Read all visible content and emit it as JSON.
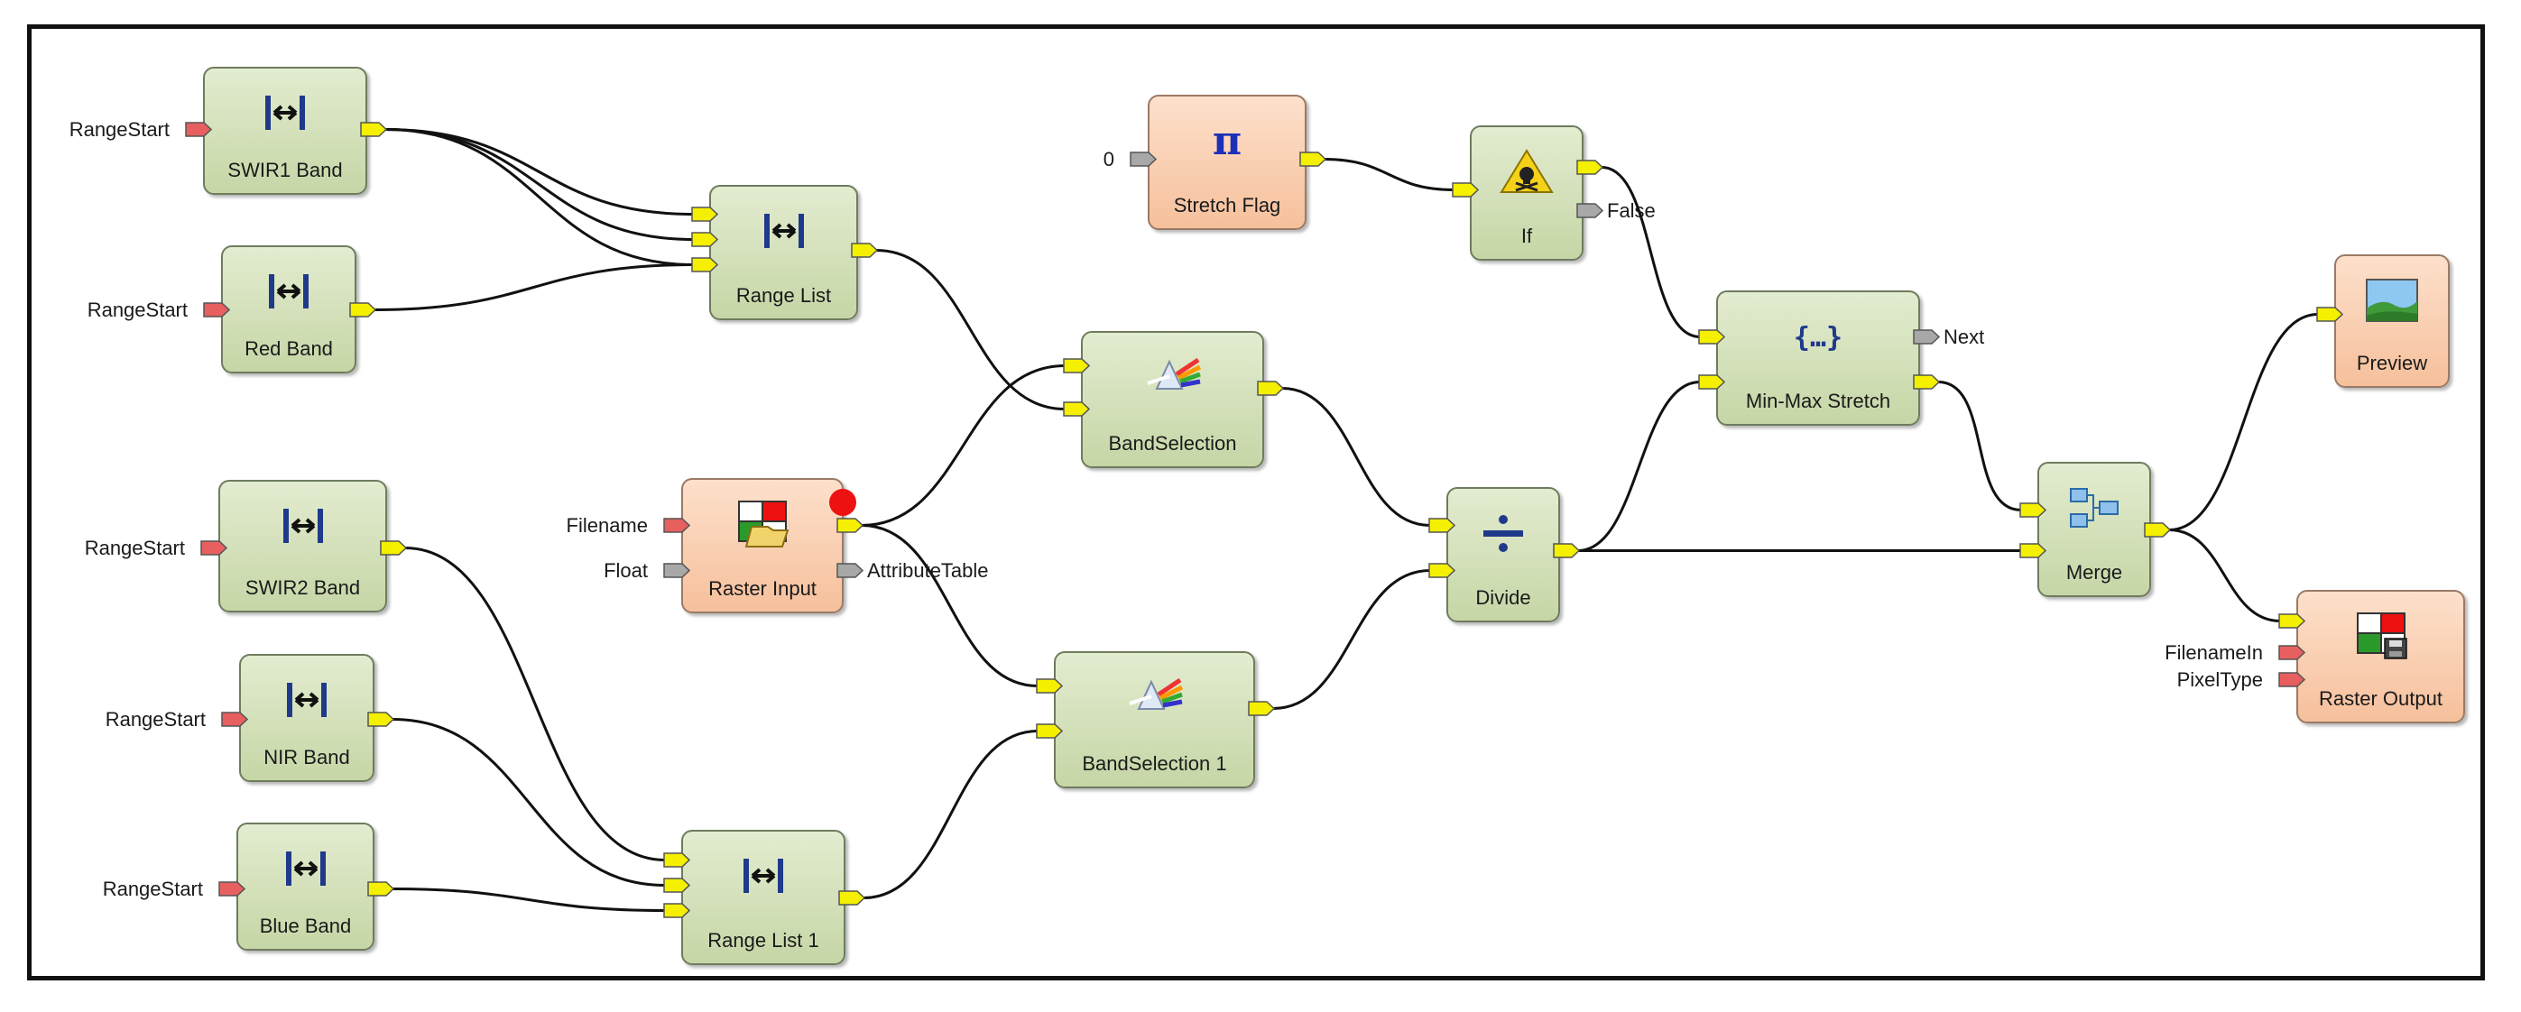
{
  "nodes": {
    "swir1": {
      "label": "SWIR1 Band",
      "icon": "range-icon"
    },
    "red": {
      "label": "Red Band",
      "icon": "range-icon"
    },
    "swir2": {
      "label": "SWIR2 Band",
      "icon": "range-icon"
    },
    "nir": {
      "label": "NIR Band",
      "icon": "range-icon"
    },
    "blue": {
      "label": "Blue Band",
      "icon": "range-icon"
    },
    "rangelist": {
      "label": "Range List",
      "icon": "range-icon"
    },
    "rangelist1": {
      "label": "Range List 1",
      "icon": "range-icon"
    },
    "rasterinput": {
      "label": "Raster Input",
      "icon": "raster-open-icon"
    },
    "bandsel": {
      "label": "BandSelection",
      "icon": "prism-icon"
    },
    "bandsel1": {
      "label": "BandSelection 1",
      "icon": "prism-icon"
    },
    "stretchflag": {
      "label": "Stretch Flag",
      "icon": "pi-icon"
    },
    "if": {
      "label": "If",
      "icon": "warning-skull-icon"
    },
    "divide": {
      "label": "Divide",
      "icon": "divide-icon"
    },
    "minmax": {
      "label": "Min-Max Stretch",
      "icon": "braces-icon"
    },
    "merge": {
      "label": "Merge",
      "icon": "merge-icon"
    },
    "preview": {
      "label": "Preview",
      "icon": "landscape-icon"
    },
    "rasteroutput": {
      "label": "Raster Output",
      "icon": "raster-save-icon"
    }
  },
  "ports": {
    "swir1_rangestart": "RangeStart",
    "red_rangestart": "RangeStart",
    "swir2_rangestart": "RangeStart",
    "nir_rangestart": "RangeStart",
    "blue_rangestart": "RangeStart",
    "raster_filename": "Filename",
    "raster_float": "Float",
    "raster_attributetable": "AttributeTable",
    "stretch_zero": "0",
    "if_false": "False",
    "minmax_next": "Next",
    "output_filenamein": "FilenameIn",
    "output_pixeltype": "PixelType"
  },
  "colors": {
    "node_green": "#d4e0b9",
    "node_orange": "#f9cdb0",
    "port_input_required": "#e85f5f",
    "port_optional": "#a8a8a8",
    "port_data": "#f4f000",
    "wire": "#111111",
    "error_marker": "#ee1111"
  }
}
